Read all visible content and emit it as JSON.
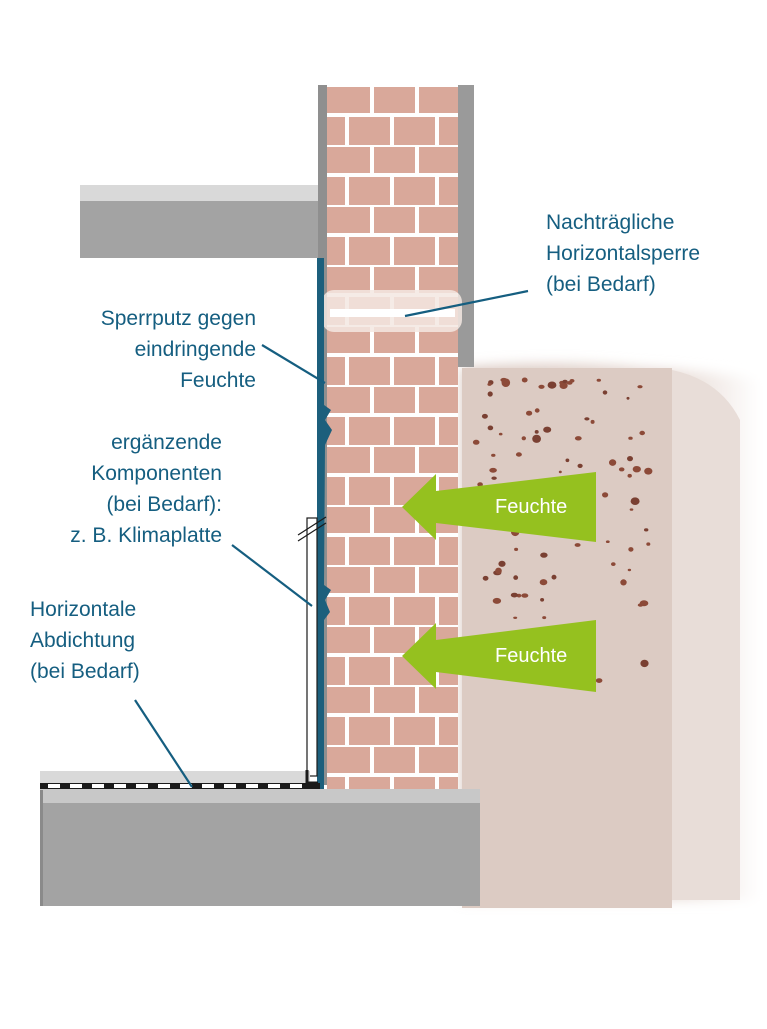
{
  "labels": {
    "horizontalsperre": [
      "Nachträgliche",
      "Horizontalsperre",
      "(bei Bedarf)"
    ],
    "sperrputz": [
      "Sperrputz gegen",
      "eindringende",
      "Feuchte"
    ],
    "komponenten": [
      "ergänzende",
      "Komponenten",
      "(bei Bedarf):",
      "z. B. Klimaplatte"
    ],
    "abdichtung": [
      "Horizontale",
      "Abdichtung",
      "(bei Bedarf)"
    ]
  },
  "arrows": [
    "Feuchte",
    "Feuchte"
  ],
  "colors": {
    "text": "#155e80",
    "brick": "#d8a99a",
    "mortar": "#ffffff",
    "concrete": "#a3a3a3",
    "plaster": "#1c5f7c",
    "soil": "#ddcdc6",
    "arrow": "#95c11f"
  }
}
